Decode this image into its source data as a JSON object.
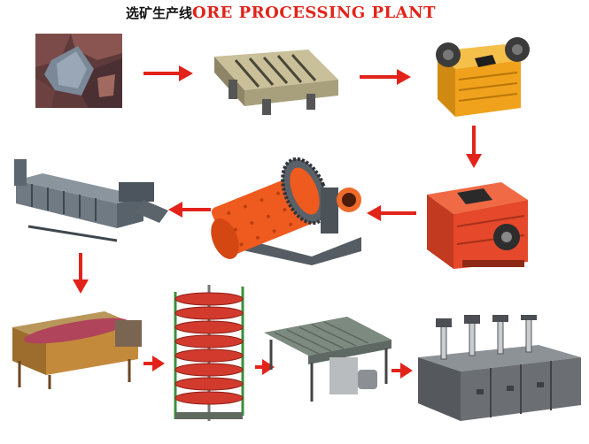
{
  "title": {
    "chinese": "选矿生产线",
    "english": "ORE PROCESSING PLANT"
  },
  "colors": {
    "arrow": "#e2231a",
    "crusher_orange": "#f0a21c",
    "mill_orange": "#ef5a1f",
    "steel_gray": "#7d8a95",
    "classifier_red": "#c0392b",
    "flotation_gray": "#6b6f73"
  },
  "stages": [
    {
      "id": "raw-ore",
      "icon": "ore-rock-icon"
    },
    {
      "id": "vibrating-feeder",
      "icon": "vibrating-feeder-icon"
    },
    {
      "id": "jaw-crusher",
      "icon": "jaw-crusher-icon"
    },
    {
      "id": "impact-crusher",
      "icon": "impact-crusher-icon"
    },
    {
      "id": "ball-mill",
      "icon": "ball-mill-icon"
    },
    {
      "id": "spiral-classifier",
      "icon": "spiral-classifier-icon"
    },
    {
      "id": "magnetic-separator",
      "icon": "magnetic-separator-icon"
    },
    {
      "id": "spiral-chute",
      "icon": "spiral-chute-icon"
    },
    {
      "id": "shaking-table",
      "icon": "shaking-table-icon"
    },
    {
      "id": "flotation-machine",
      "icon": "flotation-machine-icon"
    }
  ]
}
